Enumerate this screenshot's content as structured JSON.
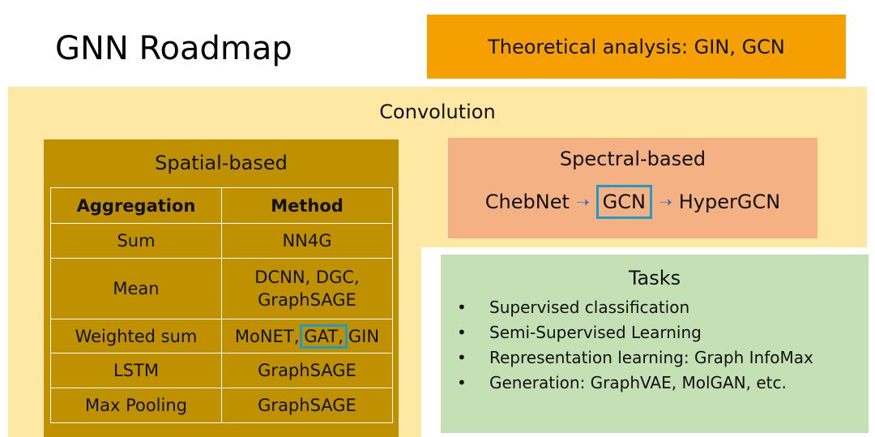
{
  "title": "GNN Roadmap",
  "theory_box": "Theoretical analysis: GIN, GCN",
  "convolution": {
    "title": "Convolution",
    "spatial": {
      "title": "Spatial-based",
      "headers": [
        "Aggregation",
        "Method"
      ],
      "rows": [
        {
          "aggregation": "Sum",
          "method": "NN4G"
        },
        {
          "aggregation": "Mean",
          "method_line1": "DCNN, DGC,",
          "method_line2": "GraphSAGE"
        },
        {
          "aggregation": "Weighted sum",
          "method_pre": "MoNET,",
          "method_highlight": "GAT,",
          "method_post": "GIN"
        },
        {
          "aggregation": "LSTM",
          "method": "GraphSAGE"
        },
        {
          "aggregation": "Max Pooling",
          "method": "GraphSAGE"
        }
      ]
    },
    "spectral": {
      "title": "Spectral-based",
      "chain": [
        "ChebNet",
        "GCN",
        "HyperGCN"
      ]
    }
  },
  "tasks": {
    "title": "Tasks",
    "bullet": "•",
    "items": [
      "Supervised classification",
      "Semi-Supervised Learning",
      "Representation learning: Graph InfoMax",
      "Generation: GraphVAE, MolGAN, etc."
    ]
  },
  "colors": {
    "theory_bg": "#f59f00",
    "convolution_bg": "#ffe8a3",
    "spatial_bg": "#bf9000",
    "spectral_bg": "#f4b183",
    "tasks_bg": "#c5e0b4",
    "highlight_border": "#1f9bc7",
    "arrow": "#4472c4"
  }
}
